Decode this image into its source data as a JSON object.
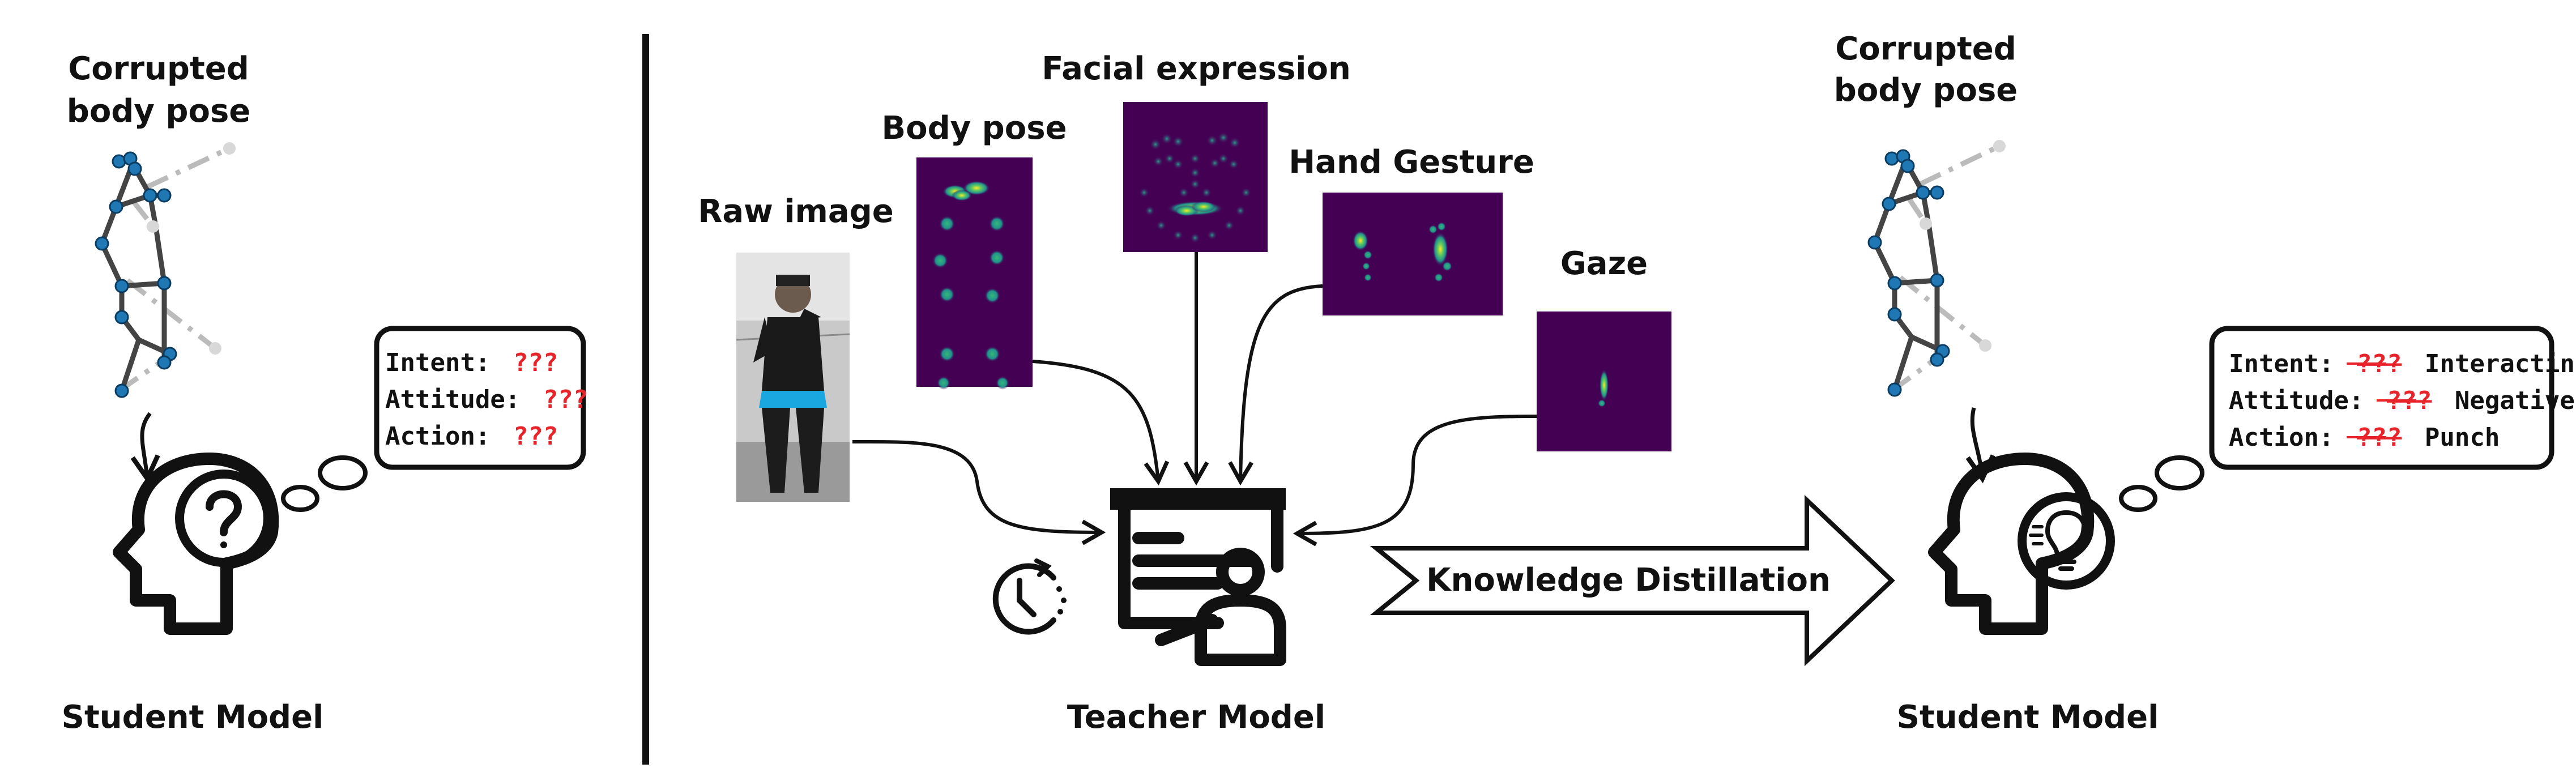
{
  "left_panel": {
    "title_line1": "Corrupted",
    "title_line2": "body pose",
    "model_label": "Student Model",
    "bubble": {
      "intent_label": "Intent:",
      "intent_value": "???",
      "attitude_label": "Attitude:",
      "attitude_value": "???",
      "action_label": "Action:",
      "action_value": "???"
    }
  },
  "middle_panel": {
    "raw_image_label": "Raw image",
    "body_pose_label": "Body pose",
    "facial_label": "Facial expression",
    "hand_label": "Hand Gesture",
    "gaze_label": "Gaze",
    "teacher_label": "Teacher Model",
    "distill_label": "Knowledge Distillation"
  },
  "right_panel": {
    "title_line1": "Corrupted",
    "title_line2": "body pose",
    "model_label": "Student Model",
    "bubble": {
      "intent_label": "Intent:",
      "intent_struck": "???",
      "intent_value": "Interacting",
      "attitude_label": "Attitude:",
      "attitude_struck": "???",
      "attitude_value": "Negative",
      "action_label": "Action:",
      "action_struck": "???",
      "action_value": "Punch"
    }
  },
  "colors": {
    "heatmap_bg": "#440154",
    "joint": "#1f77b4",
    "question": "#e8242b",
    "ink": "#111111"
  },
  "icons": [
    "head-question-icon",
    "teacher-board-icon",
    "clock-icon",
    "head-lightbulb-icon"
  ]
}
